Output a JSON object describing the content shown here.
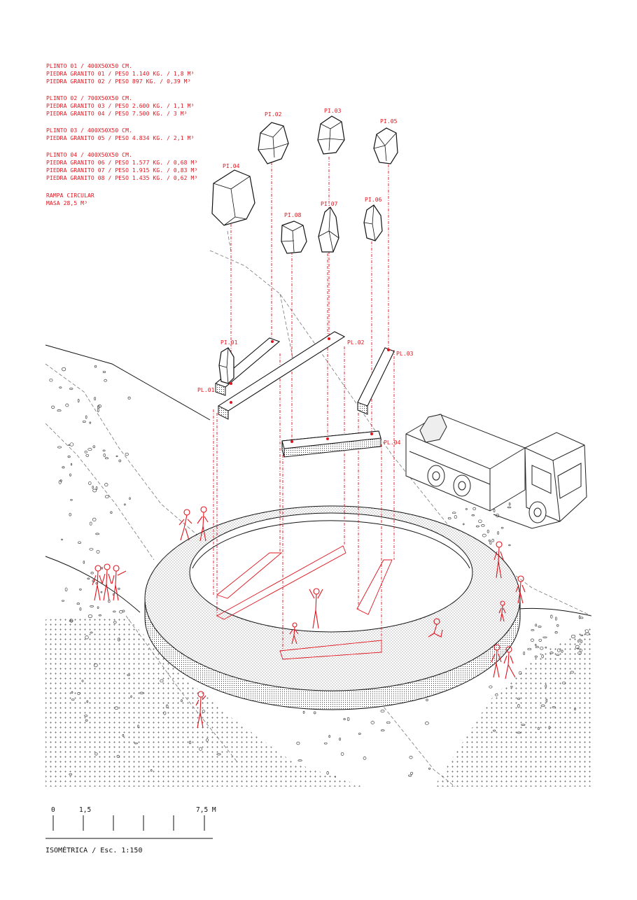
{
  "legend": {
    "plinto01": {
      "title": "PLINTO 01 / 400X50X50 CM.",
      "lines": [
        "PIEDRA GRANITO 01 / PESO 1.140 KG. / 1,8 M³",
        "PIEDRA GRANITO 02 / PESO 897 KG. / 0,39 M³"
      ]
    },
    "plinto02": {
      "title": "PLINTO 02 / 700X50X50 CM.",
      "lines": [
        "PIEDRA GRANITO 03 / PESO 2.600 KG. / 1,1 M³",
        "PIEDRA GRANITO 04 / PESO 7.500 KG. / 3 M³"
      ]
    },
    "plinto03": {
      "title": "PLINTO 03 / 400X50X50 CM.",
      "lines": [
        "PIEDRA GRANITO 05 / PESO 4.834 KG. / 2,1 M³"
      ]
    },
    "plinto04": {
      "title": "PLINTO 04 / 400X50X50 CM.",
      "lines": [
        "PIEDRA GRANITO 06 / PESO 1.577 KG. / 0,68 M³",
        "PIEDRA GRANITO 07 / PESO 1.915 KG. / 0,83 M³",
        "PIEDRA GRANITO 08 / PESO 1.435 KG. / 0,62 M³"
      ]
    },
    "rampa": {
      "title": "RAMPA CIRCULAR",
      "lines": [
        "MASA 28,5 M³"
      ]
    }
  },
  "stones": {
    "pi01": "PI.01",
    "pi02": "PI.02",
    "pi03": "PI.03",
    "pi04": "PI.04",
    "pi05": "PI.05",
    "pi06": "PI.06",
    "pi07": "PI.07",
    "pi08": "PI.08"
  },
  "plinths": {
    "pl01": "PL.01",
    "pl02": "PL.02",
    "pl03": "PL.03",
    "pl04": "PL.04"
  },
  "scale": {
    "zero": "0",
    "mid": "1,5",
    "end": "7,5 M"
  },
  "caption": "ISOMÉTRICA / Esc. 1:150",
  "colors": {
    "accent": "#e0141e",
    "ink": "#111111"
  }
}
